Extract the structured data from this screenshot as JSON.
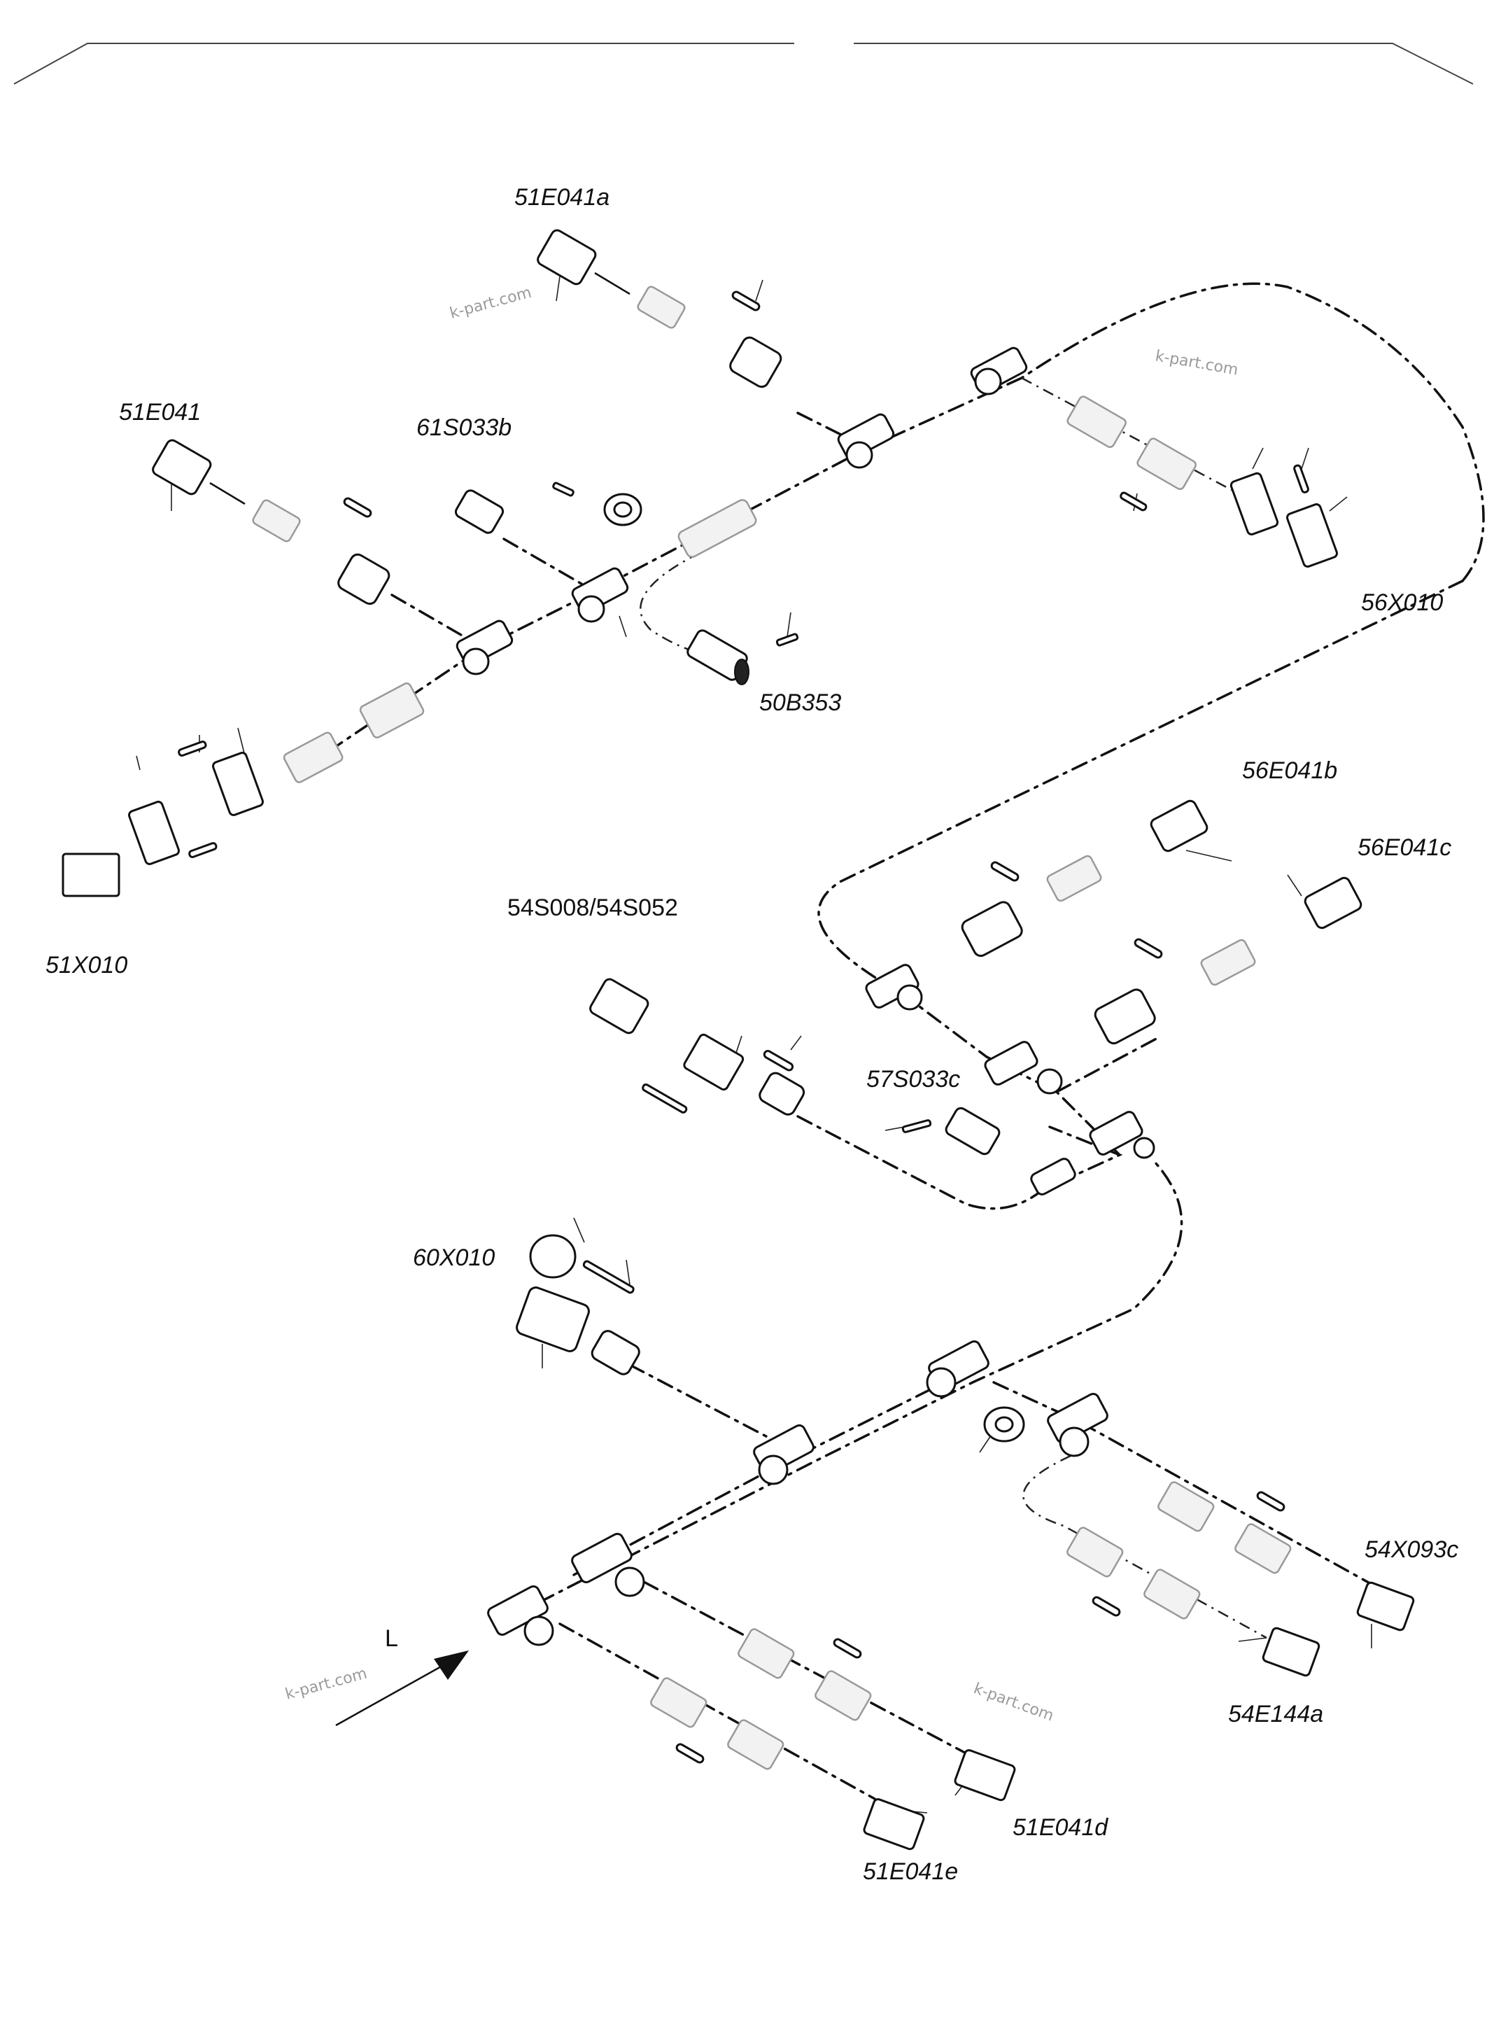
{
  "labels": {
    "51E041a": "51E041a",
    "51E041": "51E041",
    "61S033b": "61S033b",
    "50B353": "50B353",
    "51X010": "51X010",
    "56X010": "56X010",
    "56E041b": "56E041b",
    "56E041c": "56E041c",
    "54S008_54S052": "54S008/54S052",
    "57S033c": "57S033c",
    "60X010": "60X010",
    "54X093c": "54X093c",
    "54E144a": "54E144a",
    "51E041d": "51E041d",
    "51E041e": "51E041e",
    "direction_L": "L"
  },
  "watermark": "k-part.com"
}
